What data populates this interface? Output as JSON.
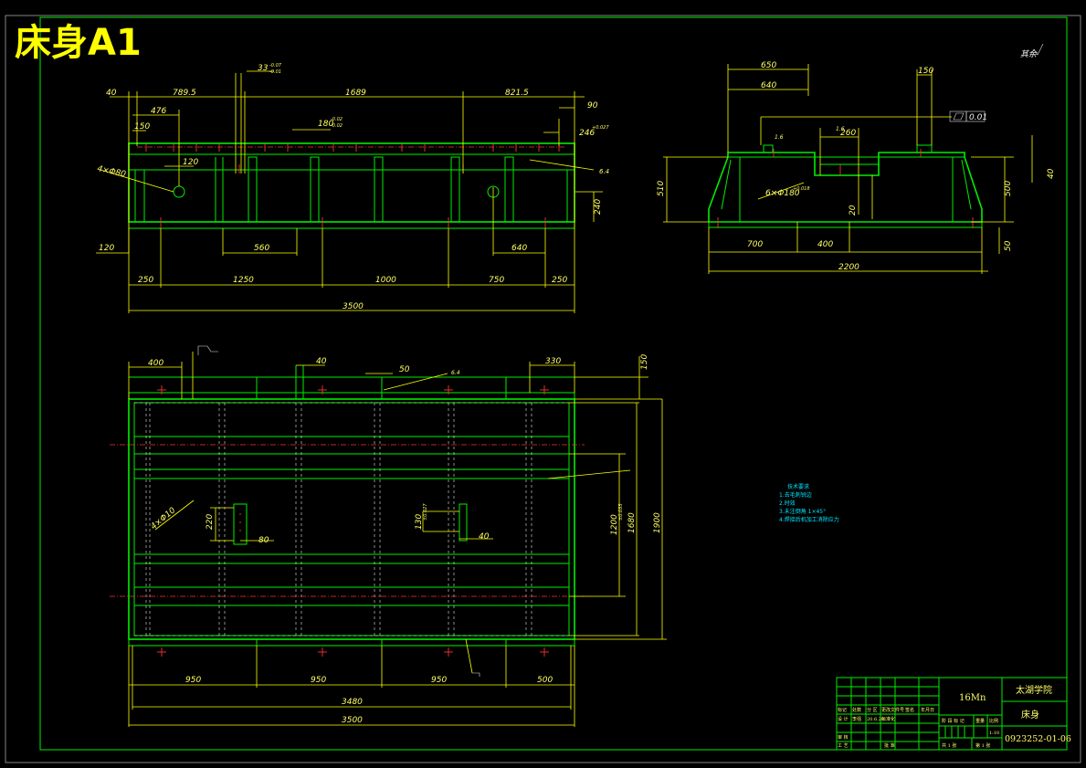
{
  "drawing": {
    "sheet_label": "床身A1",
    "title_block": {
      "school": "太湖学院",
      "part_name": "床身",
      "material": "16Mn",
      "drawing_no": "0923252-01-06",
      "scale": "1:10",
      "row_labels": [
        {
          "a": "标记",
          "b": "处数",
          "c": "分 区",
          "d": "更改文件号",
          "e": "签名",
          "f": "年月日"
        },
        {
          "a": "设 计",
          "b": "李强",
          "c": "20.6.20",
          "d": "标准化",
          "e": "",
          "f": ""
        },
        {
          "a": "审 核",
          "b": "",
          "c": "",
          "d": "",
          "e": "",
          "f": ""
        },
        {
          "a": "工 艺",
          "b": "",
          "c": "",
          "d": "批 准",
          "e": "",
          "f": ""
        }
      ],
      "stage_labels": [
        "阶 段 标 记",
        "重量",
        "比例"
      ],
      "sheet_info": [
        "共 1 张",
        "第 1 张"
      ],
      "scale_label": "比例"
    },
    "top_right_note": "其余",
    "tech_requirements": {
      "heading": "技术要求",
      "items": [
        "1.去毛刺锐边",
        "2.时效",
        "3.未注倒角 1×45°",
        "4.焊接后机加工消除应力"
      ]
    },
    "front_view": {
      "dims": {
        "d40": "40",
        "d789_5": "789.5",
        "d1689": "1689",
        "d821_5": "821.5",
        "d476": "476",
        "d150": "150",
        "d33": "33",
        "d33_tol_up": "-0.07",
        "d33_tol_lo": "-0.01",
        "d180": "180",
        "d180_tol_up": "-0.02",
        "d180_tol_lo": "-0.02",
        "d90": "90",
        "d246": "246",
        "d246_tol": "+0.027",
        "hole": "4×Φ80",
        "d120a": "120",
        "d240": "240",
        "d120b": "120",
        "d560": "560",
        "d640": "640",
        "d250a": "250",
        "d1250": "1250",
        "d1000": "1000",
        "d750": "750",
        "d250b": "250",
        "d3500": "3500",
        "rough": "6.4"
      }
    },
    "side_view": {
      "dims": {
        "d650": "650",
        "d640": "640",
        "d150": "150",
        "flatness": "0.01",
        "d260": "260",
        "d510": "510",
        "d500": "500",
        "d40": "40",
        "holes": "6×Φ180",
        "holes_tol": "+0.018",
        "d20": "20",
        "d50": "50",
        "d700": "700",
        "d400": "400",
        "d2200": "2200",
        "rough1": "1.6",
        "rough2": "1.6"
      }
    },
    "plan_view": {
      "dims": {
        "d400": "400",
        "d40": "40",
        "d50": "50",
        "d330": "330",
        "d150": "150",
        "holes": "4×Φ10",
        "d220": "220",
        "d80": "80",
        "d130": "130",
        "d130_tol": "±0.027",
        "d40b": "40",
        "d1200": "1200",
        "d1200_tol": "±0.035",
        "d1680": "1680",
        "d1900": "1900",
        "d950a": "950",
        "d950b": "950",
        "d950c": "950",
        "d500": "500",
        "d3480": "3480",
        "d3500": "3500",
        "rough": "6.4"
      }
    }
  },
  "colors": {
    "background": "#000000",
    "outline": "#00ee00",
    "dimension": "#ffff00",
    "centerline": "#ff3030",
    "note": "#00e5ff"
  }
}
